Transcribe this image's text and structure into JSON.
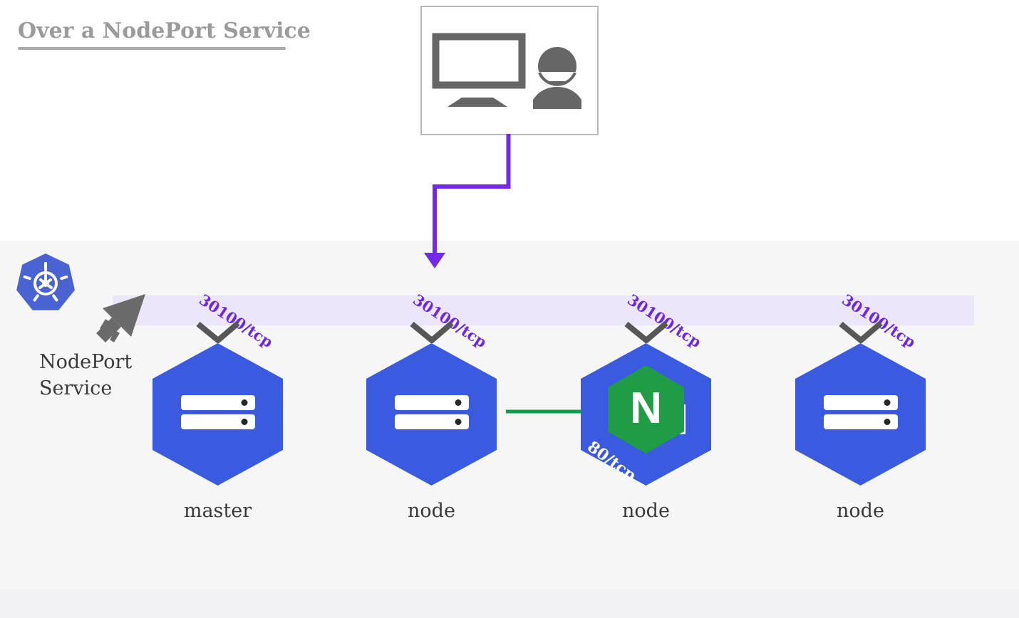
{
  "title": {
    "text": "Over a NodePort Service"
  },
  "service_label": {
    "line1": "NodePort",
    "line2": "Service"
  },
  "nodes": [
    {
      "name": "master",
      "node_port": "30100/tcp"
    },
    {
      "name": "node",
      "node_port": "30100/tcp"
    },
    {
      "name": "node",
      "node_port": "30100/tcp",
      "pod": {
        "app": "nginx",
        "logo_letter": "N",
        "port": "80/tcp"
      }
    },
    {
      "name": "node",
      "node_port": "30100/tcp"
    }
  ],
  "icons": {
    "client": [
      "monitor-icon",
      "user-icon"
    ],
    "cluster": [
      "kubernetes-logo",
      "server-icon",
      "nginx-logo"
    ],
    "connectors": [
      "purple-down-arrow",
      "green-right-arrow",
      "gray-cursor-arrow",
      "chevron-down-icon"
    ]
  },
  "colors": {
    "band": "#ebe6f9",
    "purple": "#7229e8",
    "port-text": "#6d28e0",
    "hex-blue": "#3a5be0",
    "k8s-blue": "#4a63d2",
    "nginx-green": "#1f9c45",
    "arrow-green": "#0f9d4a",
    "icon-gray": "#666666",
    "chevron-gray": "#575757",
    "title-gray": "#9b9b9b",
    "label-dark": "#3a3a3a"
  }
}
